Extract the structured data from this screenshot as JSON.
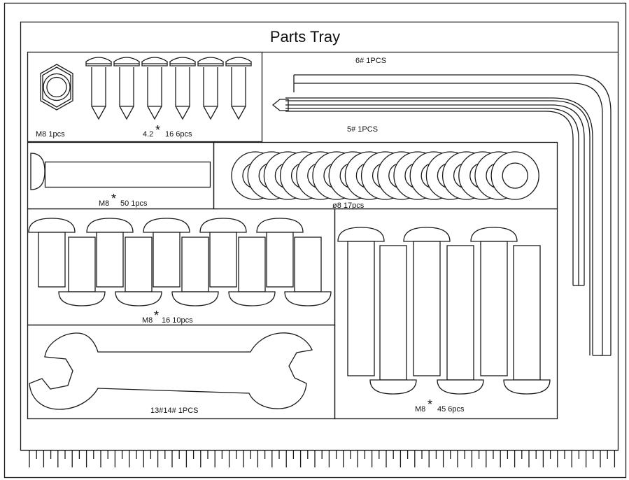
{
  "title": "Parts Tray",
  "labels": {
    "hex_nut": "M8  1pcs",
    "screw_size": "4.2",
    "screw_rest": "16  6pcs",
    "long_key": "6#  1PCS",
    "short_key": "5#  1PCS",
    "bolt50_size": "M8",
    "bolt50_rest": "50    1pcs",
    "washers": "ø8  17pcs",
    "bolt16_size": "M8",
    "bolt16_rest": "16   10pcs",
    "wrench": "13#14#  1PCS",
    "bolt45_size": "M8",
    "bolt45_rest": "45  6pcs",
    "star": "*"
  },
  "colors": {
    "line": "#1a1a1a",
    "background": "#ffffff"
  },
  "icons": [
    "hex-nut-icon",
    "screw-icon",
    "allen-key-icon",
    "bolt-icon",
    "washer-icon",
    "wrench-icon"
  ]
}
